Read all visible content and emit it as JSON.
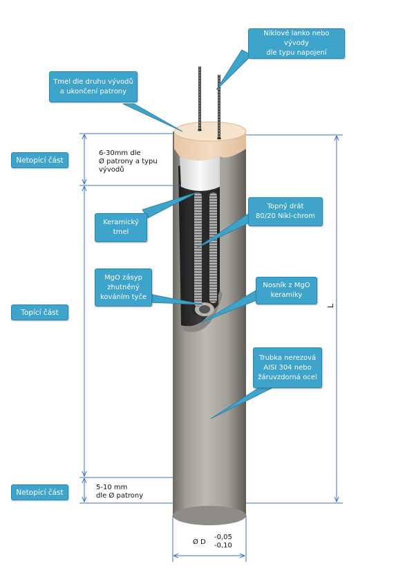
{
  "labels": {
    "wires": "Niklové lanko nebo vývody\ndle typu napojení",
    "cement": "Tmel dle druhu vývodů\na ukončení patrony",
    "ceramic_cement": "Keramický\ntmel",
    "heating_wire": "Topný drát\n80/20 Nikl-chrom",
    "mgo_fill": "MgO zásyp\nzhutněný\nkováním tyče",
    "mgo_carrier": "Nosník z MgO\nkeramiky",
    "tube": "Trubka nerezová\nAISI 304 nebo\nžáruvzdorná ocel"
  },
  "sections": {
    "top": "Netopící část",
    "heating": "Topící část",
    "bottom": "Netopící část"
  },
  "dimensions": {
    "top_length": "6-30mm dle\nØ patrony a typu\nvývodů",
    "bottom_length": "5-10 mm\ndle Ø patrony",
    "total_length": "L",
    "diameter": "Ø D",
    "tolerance_upper": "-0,05",
    "tolerance_lower": "-0,10"
  },
  "colors": {
    "callout": "#3fa4cb",
    "dimension_line": "#3b6fc4",
    "tube": "#9e9a94"
  }
}
